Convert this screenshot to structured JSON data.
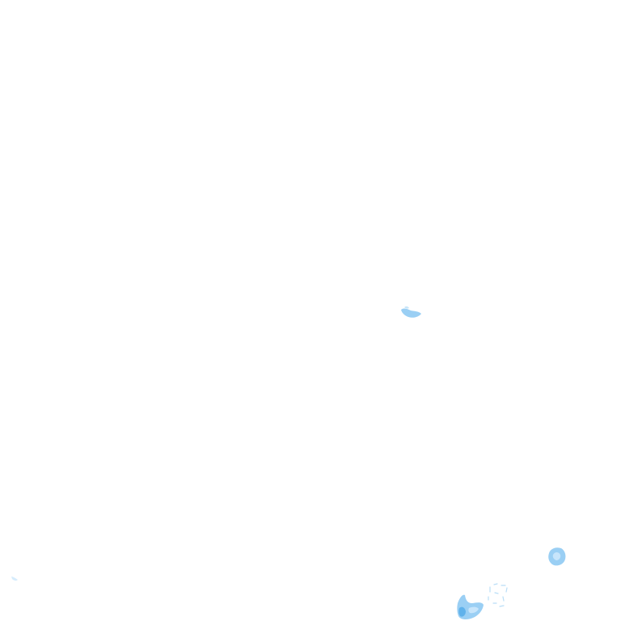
{
  "map": {
    "type": "radar-precipitation-overlay",
    "background_color": "#ffffff",
    "palette": {
      "light": "#cfe9fb",
      "medium": "#8fcaf3",
      "strong": "#5aaeea",
      "edge": "#b9def7"
    },
    "echoes": [
      {
        "id": "echo-center",
        "intensity": "medium"
      },
      {
        "id": "echo-east",
        "intensity": "medium"
      },
      {
        "id": "echo-south",
        "intensity": "strong"
      },
      {
        "id": "echo-south-fragments",
        "intensity": "light"
      },
      {
        "id": "echo-west",
        "intensity": "light"
      }
    ]
  }
}
